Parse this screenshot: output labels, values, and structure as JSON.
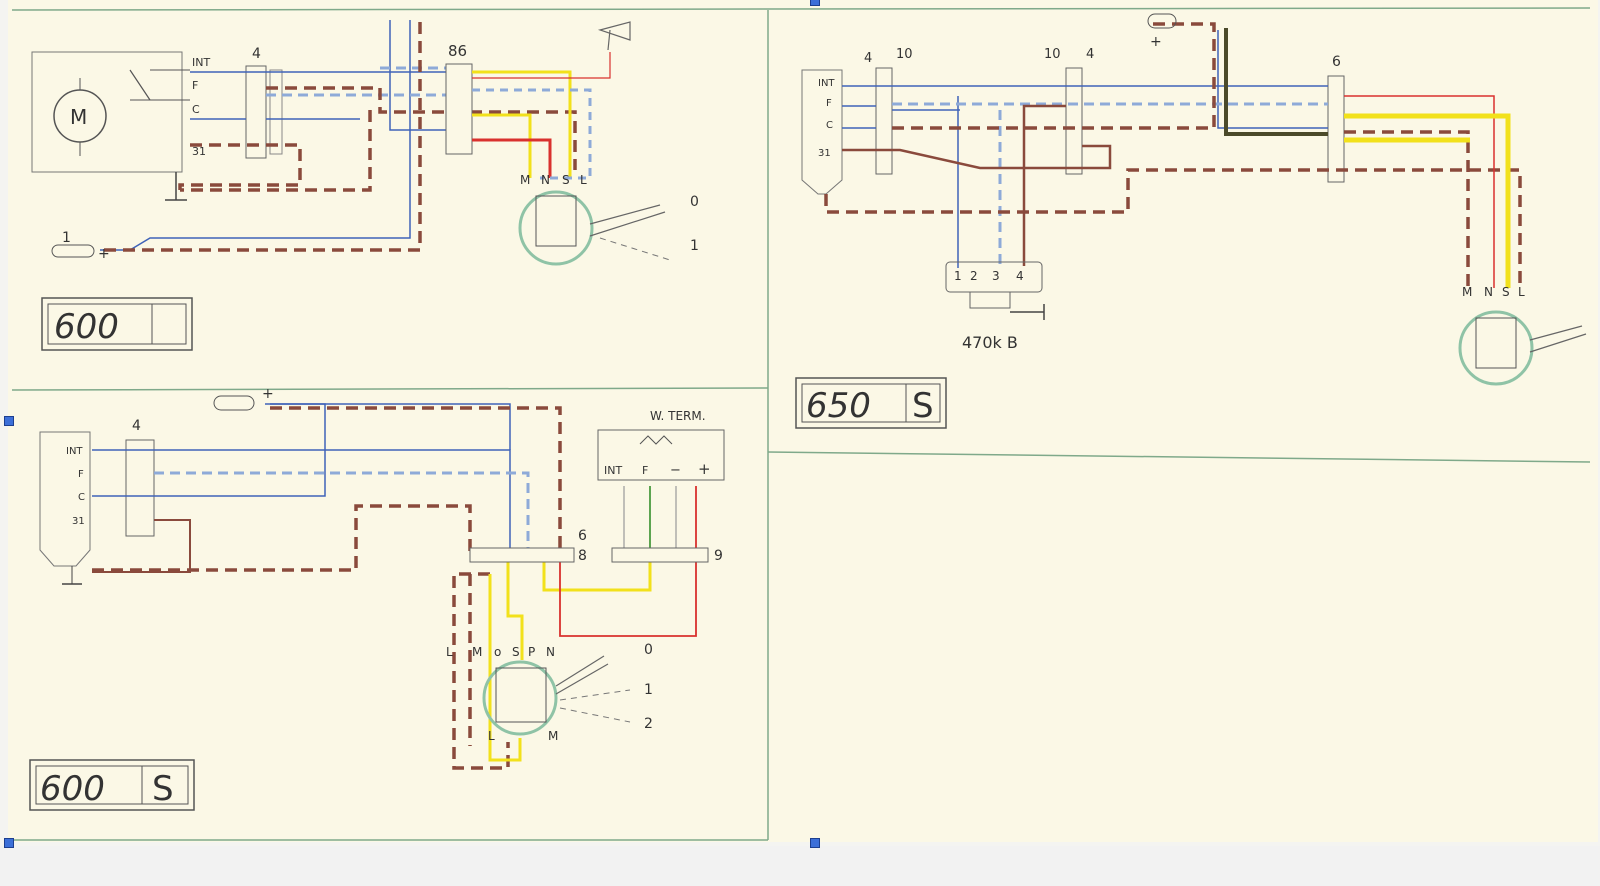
{
  "panels": {
    "p600": {
      "badge_model": "600",
      "block_label": "4",
      "relay_label": "86",
      "terminals": [
        "INT",
        "F",
        "C",
        "31"
      ],
      "battery_label": "1",
      "plus_sign": "+",
      "motor_label": "M",
      "switch_terminals": [
        "M",
        "N",
        "S",
        "L"
      ],
      "positions": [
        "0",
        "1"
      ]
    },
    "p650s": {
      "badge_model": "650",
      "badge_suffix": "S",
      "block_labels": [
        "4",
        "10",
        "10",
        "4",
        "6"
      ],
      "terminals": [
        "INT",
        "F",
        "C",
        "31"
      ],
      "relay_terminals": [
        "1",
        "2",
        "3",
        "4"
      ],
      "relay_label": "470k B",
      "plus_sign": "+",
      "switch_terminals": [
        "M",
        "N",
        "S",
        "L"
      ]
    },
    "p600s": {
      "badge_model": "600",
      "badge_suffix": "S",
      "block_label": "4",
      "connector_labels": [
        "6",
        "8",
        "9"
      ],
      "terminals": [
        "INT",
        "F",
        "C",
        "31"
      ],
      "plus_sign": "+",
      "wterm_title": "W. TERM.",
      "wterm_terminals": [
        "INT",
        "F",
        "−",
        "+"
      ],
      "switch_top_terminals": [
        "L",
        "M",
        "o",
        "S",
        "P",
        "N"
      ],
      "switch_bottom_terminals": [
        "L",
        "M"
      ],
      "positions": [
        "0",
        "1",
        "2"
      ]
    }
  },
  "colors": {
    "paper": "#fbf8e6",
    "border": "#7fa98a",
    "wire_blue": "#3f63b8",
    "wire_lightblue": "#8eaad8",
    "wire_brown": "#8a4a3c",
    "wire_yellow": "#f2e11b",
    "wire_red": "#d9312e",
    "wire_green": "#4b9a3f",
    "switch_ring": "#8fc3a6",
    "badge_ink": "#3a3a8a"
  }
}
